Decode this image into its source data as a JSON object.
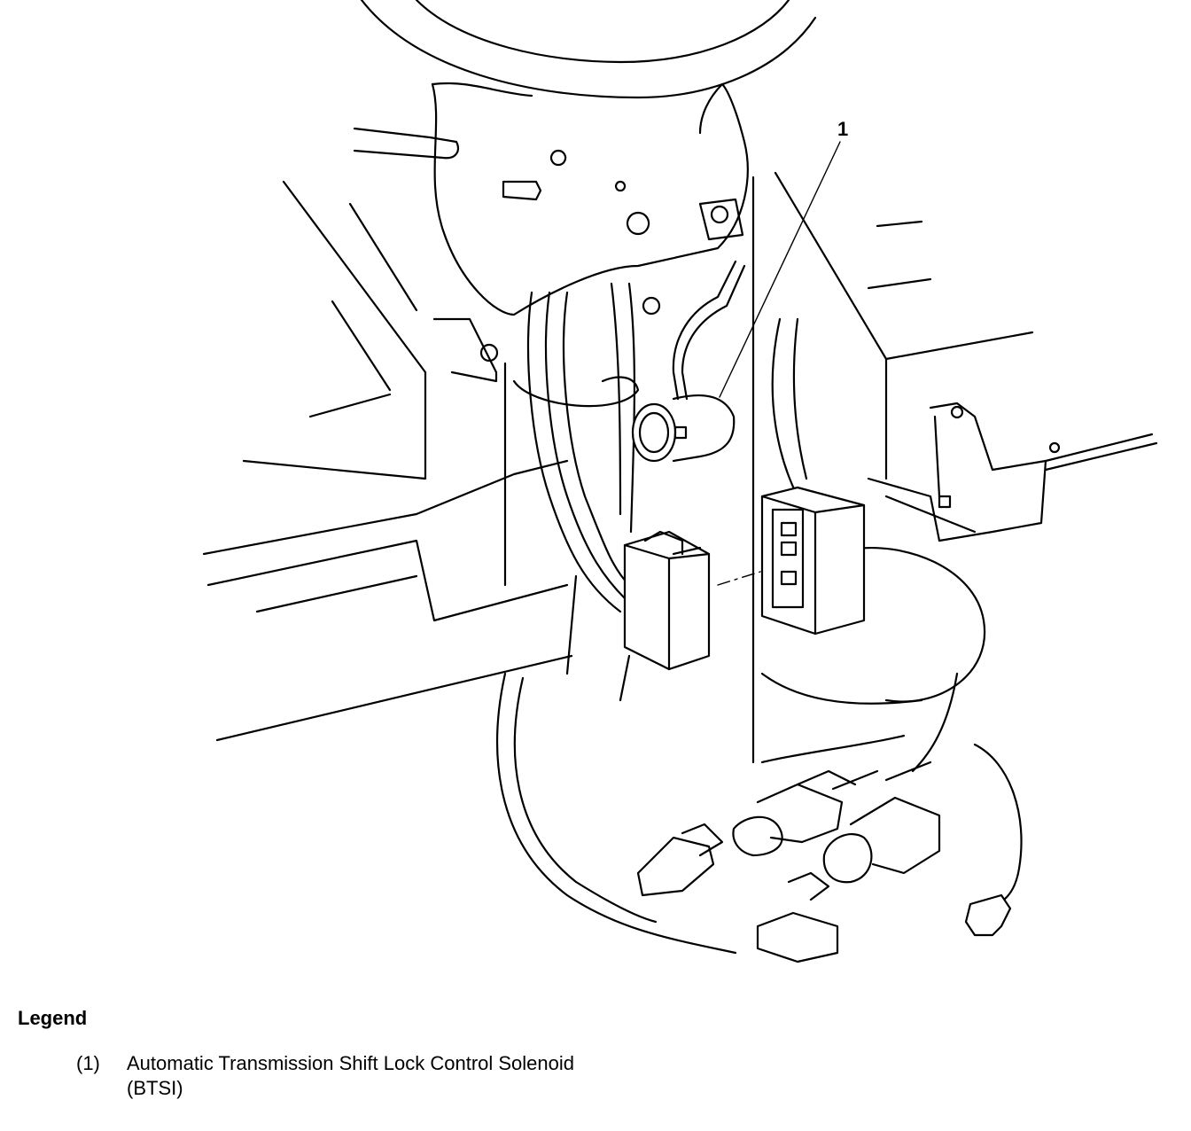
{
  "diagram": {
    "callouts": [
      {
        "label": "1"
      }
    ]
  },
  "legend": {
    "title": "Legend",
    "items": [
      {
        "number": "(1)",
        "text": "Automatic Transmission Shift Lock Control Solenoid (BTSI)"
      }
    ]
  }
}
